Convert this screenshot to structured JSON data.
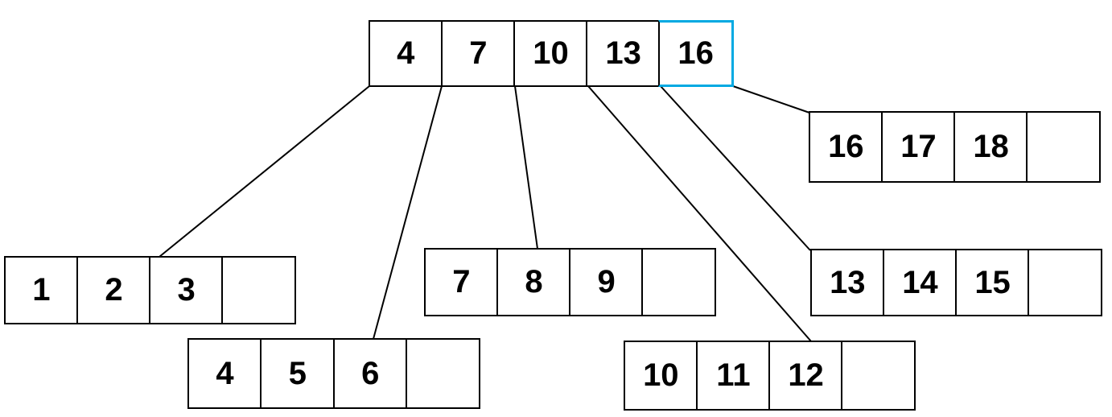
{
  "tree": {
    "root": {
      "cells": [
        "4",
        "7",
        "10",
        "13",
        "16"
      ],
      "highlighted_cell_value": "16",
      "highlighted_cell_index": 4,
      "highlight_color": "#00a9e2"
    },
    "leaves": [
      {
        "id": "leaf-1-2-3",
        "cells": [
          "1",
          "2",
          "3",
          ""
        ]
      },
      {
        "id": "leaf-4-5-6",
        "cells": [
          "4",
          "5",
          "6",
          ""
        ]
      },
      {
        "id": "leaf-7-8-9",
        "cells": [
          "7",
          "8",
          "9",
          ""
        ]
      },
      {
        "id": "leaf-10-11-12",
        "cells": [
          "10",
          "11",
          "12",
          ""
        ]
      },
      {
        "id": "leaf-13-14-15",
        "cells": [
          "13",
          "14",
          "15",
          ""
        ]
      },
      {
        "id": "leaf-16-17-18",
        "cells": [
          "16",
          "17",
          "18",
          ""
        ]
      }
    ],
    "edges": [
      {
        "from": "root-slot-0",
        "to": "leaf-1-2-3"
      },
      {
        "from": "root-slot-1",
        "to": "leaf-4-5-6"
      },
      {
        "from": "root-slot-2",
        "to": "leaf-7-8-9"
      },
      {
        "from": "root-slot-3",
        "to": "leaf-10-11-12"
      },
      {
        "from": "root-slot-4",
        "to": "leaf-13-14-15"
      },
      {
        "from": "root-slot-5",
        "to": "leaf-16-17-18"
      }
    ]
  },
  "colors": {
    "background": "#ffffff",
    "border": "#000000",
    "edge_line": "#000000",
    "text": "#000000",
    "highlight": "#00a9e2"
  }
}
